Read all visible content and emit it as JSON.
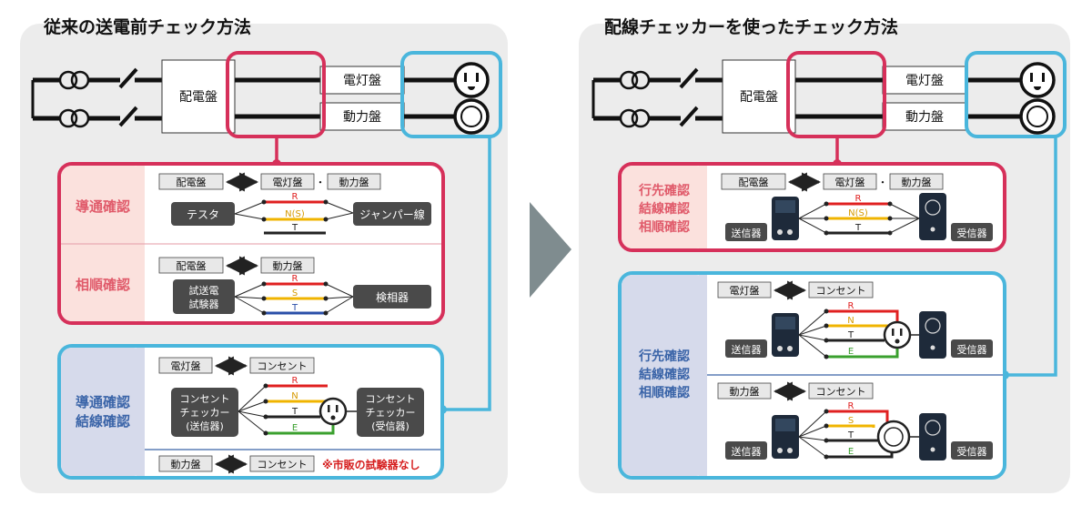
{
  "left_panel": {
    "title": "従来の送電前チェック方法",
    "distribution_board": "配電盤",
    "lighting_board": "電灯盤",
    "power_board": "動力盤",
    "section_continuity": {
      "label": "導通確認",
      "tag_from": "配電盤",
      "tag_to_1": "電灯盤",
      "tag_sep": "・",
      "tag_to_2": "動力盤",
      "device_left": "テスタ",
      "device_right": "ジャンパー線",
      "wire_r": "R",
      "wire_n": "N(S)",
      "wire_t": "T"
    },
    "section_phase": {
      "label": "相順確認",
      "tag_from": "配電盤",
      "tag_to": "動力盤",
      "device_left_line1": "試送電",
      "device_left_line2": "試験器",
      "device_right": "検相器",
      "wire_r": "R",
      "wire_s": "S",
      "wire_t": "T"
    },
    "section_wiring": {
      "label_line1": "導通確認",
      "label_line2": "結線確認",
      "tag_from": "電灯盤",
      "tag_to": "コンセント",
      "device_left_line1": "コンセント",
      "device_left_line2": "チェッカー",
      "device_left_line3": "(送信器)",
      "device_right_line1": "コンセント",
      "device_right_line2": "チェッカー",
      "device_right_line3": "(受信器)",
      "wire_r": "R",
      "wire_n": "N",
      "wire_t": "T",
      "wire_e": "E",
      "tag2_from": "動力盤",
      "tag2_to": "コンセント",
      "note": "※市販の試験器なし"
    }
  },
  "right_panel": {
    "title": "配線チェッカーを使ったチェック方法",
    "distribution_board": "配電盤",
    "lighting_board": "電灯盤",
    "power_board": "動力盤",
    "section_top": {
      "label_line1": "行先確認",
      "label_line2": "結線確認",
      "label_line3": "相順確認",
      "tag_from": "配電盤",
      "tag_to_1": "電灯盤",
      "tag_sep": "・",
      "tag_to_2": "動力盤",
      "sender": "送信器",
      "receiver": "受信器",
      "wire_r": "R",
      "wire_n": "N(S)",
      "wire_t": "T"
    },
    "section_bottom": {
      "label_line1": "行先確認",
      "label_line2": "結線確認",
      "label_line3": "相順確認",
      "sub1": {
        "tag_from": "電灯盤",
        "tag_to": "コンセント",
        "sender": "送信器",
        "receiver": "受信器",
        "wire_r": "R",
        "wire_n": "N",
        "wire_t": "T",
        "wire_e": "E"
      },
      "sub2": {
        "tag_from": "動力盤",
        "tag_to": "コンセント",
        "sender": "送信器",
        "receiver": "受信器",
        "wire_r": "R",
        "wire_s": "S",
        "wire_t": "T",
        "wire_e": "E"
      }
    }
  },
  "colors": {
    "panel_bg": "#ececec",
    "red_frame": "#d6305a",
    "blue_frame": "#4ab6dc",
    "pink_label_bg": "#fbe1dd",
    "blue_label_bg": "#d6daeb",
    "red_label_text": "#e05a6a",
    "blue_label_text": "#3a64a8",
    "wire_red": "#e02020",
    "wire_yellow": "#f0b400",
    "wire_blue": "#2a4fa8",
    "wire_green": "#3aa02e",
    "arrow_gray": "#7f8c8f"
  }
}
